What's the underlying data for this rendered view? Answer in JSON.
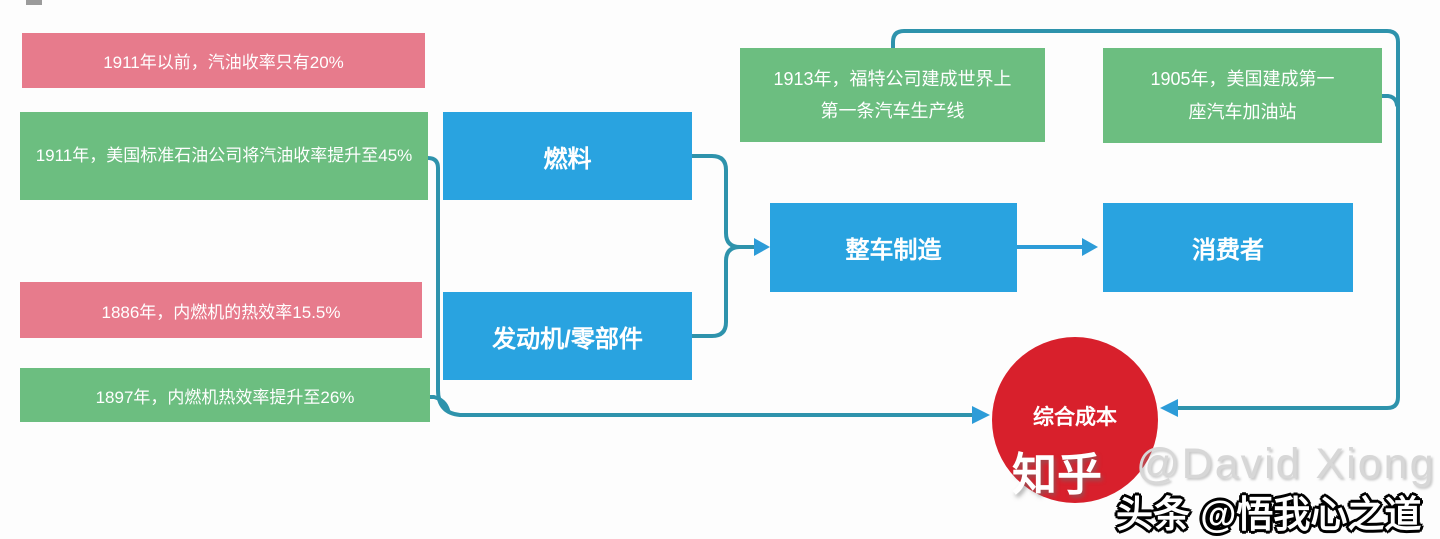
{
  "colors": {
    "pink": "#E77B8C",
    "green": "#6CBE80",
    "blue": "#29A3E0",
    "red": "#D8202C",
    "line": "#2E93AC",
    "arrow": "#2D9CD8"
  },
  "annotations": {
    "pink1": {
      "text": "1911年以前，汽油收率只有20%"
    },
    "green1": {
      "text": "1911年，美国标准石油公司将汽油收率提升至45%"
    },
    "pink2": {
      "text": "1886年，内燃机的热效率15.5%"
    },
    "green2": {
      "text": "1897年，内燃机热效率提升至26%"
    },
    "green3": {
      "text": "1913年，福特公司建成世界上第一条汽车生产线"
    },
    "green4": {
      "text": "1905年，美国建成第一座汽车加油站"
    }
  },
  "nodes": {
    "fuel": {
      "text": "燃料"
    },
    "engine": {
      "text": "发动机/零部件"
    },
    "assembly": {
      "text": "整车制造"
    },
    "consumer": {
      "text": "消费者"
    },
    "cost": {
      "text": "综合成本"
    }
  },
  "edges": [
    {
      "from": "fuel",
      "to": "assembly",
      "style": "merged-bracket-arrow"
    },
    {
      "from": "engine",
      "to": "assembly",
      "style": "merged-bracket-arrow"
    },
    {
      "from": "assembly",
      "to": "consumer",
      "style": "arrow"
    },
    {
      "from": "green3",
      "to": "cost",
      "style": "routed-top-right-arrow"
    },
    {
      "from": "green4",
      "to": "cost",
      "style": "joins-right-vertical"
    },
    {
      "from": "green1",
      "to": "cost",
      "style": "routed-left-bottom-arrow"
    },
    {
      "from": "green2",
      "to": "cost",
      "style": "joins-bottom-horizontal"
    }
  ],
  "watermarks": {
    "zhihu_label": "知乎",
    "zhihu_handle": "@David Xiong",
    "toutiao": "头条 @悟我心之道"
  }
}
